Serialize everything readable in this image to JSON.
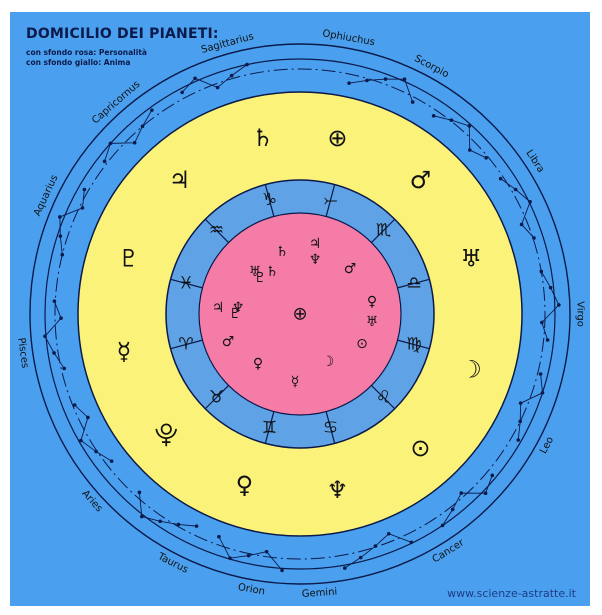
{
  "title": "DOMICILIO DEI PIANETI:",
  "legend": {
    "pink": "con sfondo rosa: Personalità",
    "yellow": "con sfondo giallo: Anima"
  },
  "footer": "www.scienze-astratte.it",
  "colors": {
    "background": "#4aa0ef",
    "yellow_ring": "#fbf27a",
    "zodiac_ring": "#5fa3e6",
    "pink_center": "#f47ca6",
    "ink": "#111111"
  },
  "constellations": [
    {
      "name": "Ophiuchus"
    },
    {
      "name": "Scorpio"
    },
    {
      "name": "Libra"
    },
    {
      "name": "Virgo"
    },
    {
      "name": "Leo"
    },
    {
      "name": "Cancer"
    },
    {
      "name": "Gemini"
    },
    {
      "name": "Orion"
    },
    {
      "name": "Taurus"
    },
    {
      "name": "Aries"
    },
    {
      "name": "Pisces"
    },
    {
      "name": "Aquarius"
    },
    {
      "name": "Capricornus"
    },
    {
      "name": "Sagittarius"
    }
  ],
  "yellow_ring_glyphs": [
    {
      "symbol": "♄",
      "icon": "saturn-icon"
    },
    {
      "symbol": "⊕",
      "icon": "earth-icon"
    },
    {
      "symbol": "♂",
      "icon": "mars-icon"
    },
    {
      "symbol": "♅",
      "icon": "uranus-icon"
    },
    {
      "symbol": "☽",
      "icon": "moon-icon"
    },
    {
      "symbol": "⊙",
      "icon": "sun-icon"
    },
    {
      "symbol": "♆",
      "icon": "neptune-icon"
    },
    {
      "symbol": "♀",
      "icon": "venus-icon"
    },
    {
      "symbol": "⯓",
      "icon": "pluto-icon"
    },
    {
      "symbol": "☿",
      "icon": "mercury-icon"
    },
    {
      "symbol": "♇",
      "icon": "pluto-icon"
    },
    {
      "symbol": "♃",
      "icon": "jupiter-icon"
    }
  ],
  "zodiac_signs": [
    {
      "symbol": "♑",
      "icon": "capricorn-icon"
    },
    {
      "symbol": "⤚",
      "icon": "ophiuchus-icon"
    },
    {
      "symbol": "♏",
      "icon": "scorpio-icon"
    },
    {
      "symbol": "♎",
      "icon": "libra-icon"
    },
    {
      "symbol": "♍",
      "icon": "virgo-icon"
    },
    {
      "symbol": "♌",
      "icon": "leo-icon"
    },
    {
      "symbol": "♋",
      "icon": "cancer-icon"
    },
    {
      "symbol": "♊",
      "icon": "gemini-icon"
    },
    {
      "symbol": "♉",
      "icon": "taurus-icon"
    },
    {
      "symbol": "♈",
      "icon": "aries-icon"
    },
    {
      "symbol": "♓",
      "icon": "pisces-icon"
    },
    {
      "symbol": "♒",
      "icon": "aquarius-icon"
    }
  ],
  "pink_glyphs": [
    {
      "symbol": "⊕",
      "icon": "earth-icon"
    },
    {
      "symbol": "♄",
      "icon": "saturn-icon"
    },
    {
      "symbol": "♃",
      "icon": "jupiter-icon"
    },
    {
      "symbol": "♆",
      "icon": "neptune-icon"
    },
    {
      "symbol": "♇",
      "icon": "pluto-icon"
    },
    {
      "symbol": "♂",
      "icon": "mars-icon"
    },
    {
      "symbol": "♀",
      "icon": "venus-icon"
    },
    {
      "symbol": "♅",
      "icon": "uranus-icon"
    },
    {
      "symbol": "⊙",
      "icon": "sun-icon"
    },
    {
      "symbol": "☽",
      "icon": "moon-icon"
    },
    {
      "symbol": "☿",
      "icon": "mercury-icon"
    },
    {
      "symbol": "♀",
      "icon": "venus-icon"
    },
    {
      "symbol": "♂",
      "icon": "mars-icon"
    },
    {
      "symbol": "♇",
      "icon": "pluto-icon"
    },
    {
      "symbol": "♃",
      "icon": "jupiter-icon"
    },
    {
      "symbol": "♆",
      "icon": "neptune-icon"
    },
    {
      "symbol": "♅",
      "icon": "uranus-icon"
    },
    {
      "symbol": "♄",
      "icon": "saturn-icon"
    }
  ]
}
